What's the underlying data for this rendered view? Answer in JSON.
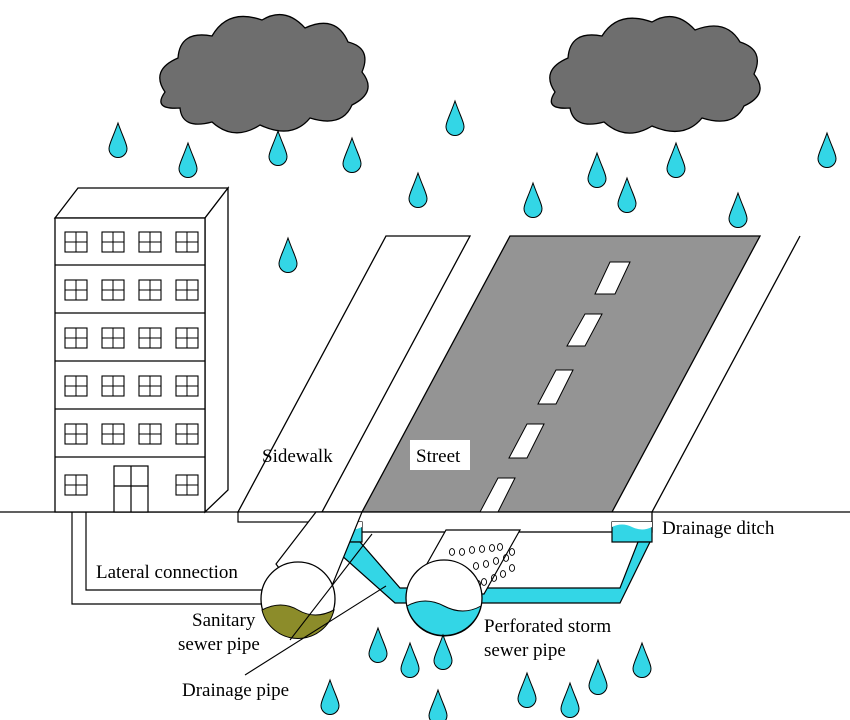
{
  "labels": {
    "sidewalk": "Sidewalk",
    "street": "Street",
    "drainage_ditch": "Drainage ditch",
    "lateral_connection": "Lateral connection",
    "sanitary_line1": "Sanitary",
    "sanitary_line2": "sewer pipe",
    "drainage_pipe": "Drainage pipe",
    "storm_line1": "Perforated storm",
    "storm_line2": "sewer pipe"
  },
  "colors": {
    "cloud": "#6e6e6e",
    "rain": "#33d6e6",
    "road": "#949494",
    "water": "#33d6e6",
    "sewage": "#8c8c2a",
    "line": "#000000"
  },
  "icons": {
    "cloud": "cloud-icon",
    "raindrop": "raindrop-icon",
    "building": "building-icon"
  }
}
